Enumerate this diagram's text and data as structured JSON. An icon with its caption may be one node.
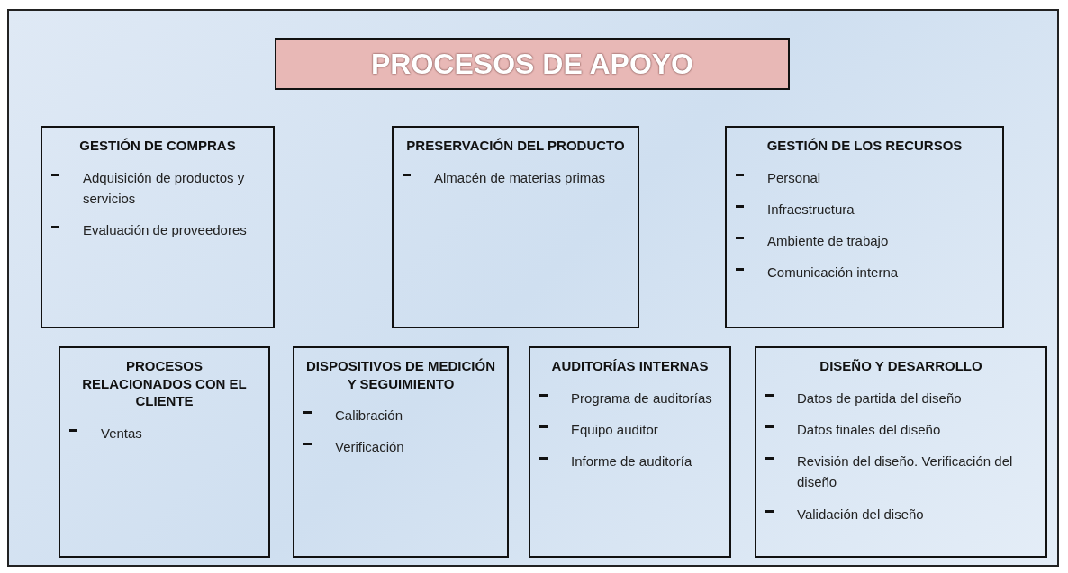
{
  "diagram": {
    "nodes": [
      {
        "text": [
          "PROCESOS DE APOYO"
        ]
      },
      {
        "text": [
          "GESTIÓN DE COMPRAS",
          "Adquisición de productos y servicios",
          "Evaluación de proveedores"
        ]
      },
      {
        "text": [
          "PRESERVACIÓN DEL PRODUCTO",
          "Almacén de materias primas"
        ]
      },
      {
        "text": [
          "GESTIÓN DE LOS RECURSOS",
          "Personal",
          "Infraestructura",
          "Ambiente de trabajo",
          "Comunicación interna"
        ]
      },
      {
        "text": [
          "PROCESOS RELACIONADOS CON EL CLIENTE",
          "Ventas"
        ]
      },
      {
        "text": [
          "DISPOSITIVOS DE MEDICIÓN Y SEGUIMIENTO",
          "Calibración",
          "Verificación"
        ]
      },
      {
        "text": [
          "AUDITORÍAS INTERNAS",
          "Programa de auditorías",
          "Equipo auditor",
          "Informe de auditoría"
        ]
      },
      {
        "text": [
          "DISEÑO Y DESARROLLO",
          "Datos de partida del diseño",
          "Datos finales del diseño",
          "Revisión del diseño. Verificación del diseño",
          "Validación del diseño"
        ]
      }
    ],
    "edges": []
  }
}
